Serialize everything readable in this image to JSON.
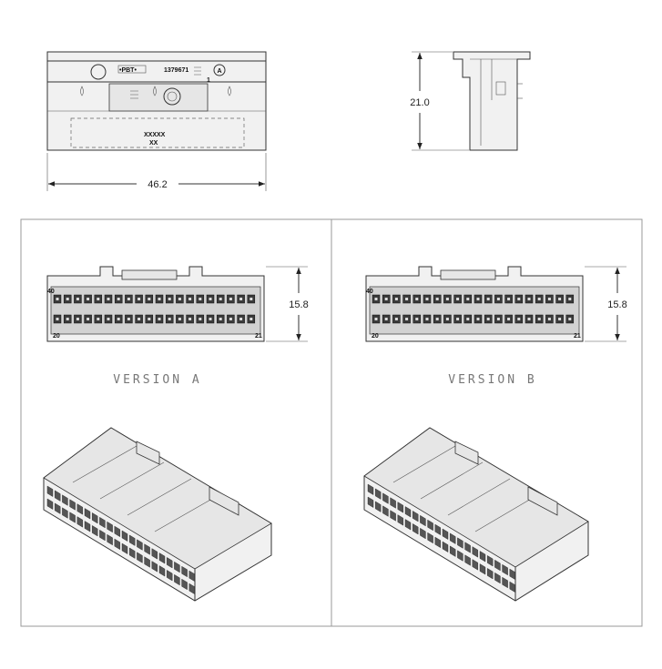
{
  "dimensions": {
    "front_width": "46.2",
    "side_height": "21.0",
    "version_a_height": "15.8",
    "version_b_height": "15.8"
  },
  "front_view_labels": {
    "material": "•PBT•",
    "part_number": "1379671",
    "revision": "A",
    "rev_small": "1",
    "code_line1": "XXXXX",
    "code_line2": "XX"
  },
  "panels": [
    {
      "title": "VERSION A",
      "pin_label_tl": "40",
      "pin_label_bl": "20",
      "pin_label_br": "21"
    },
    {
      "title": "VERSION B",
      "pin_label_tl": "40",
      "pin_label_bl": "20",
      "pin_label_br": "21"
    }
  ]
}
